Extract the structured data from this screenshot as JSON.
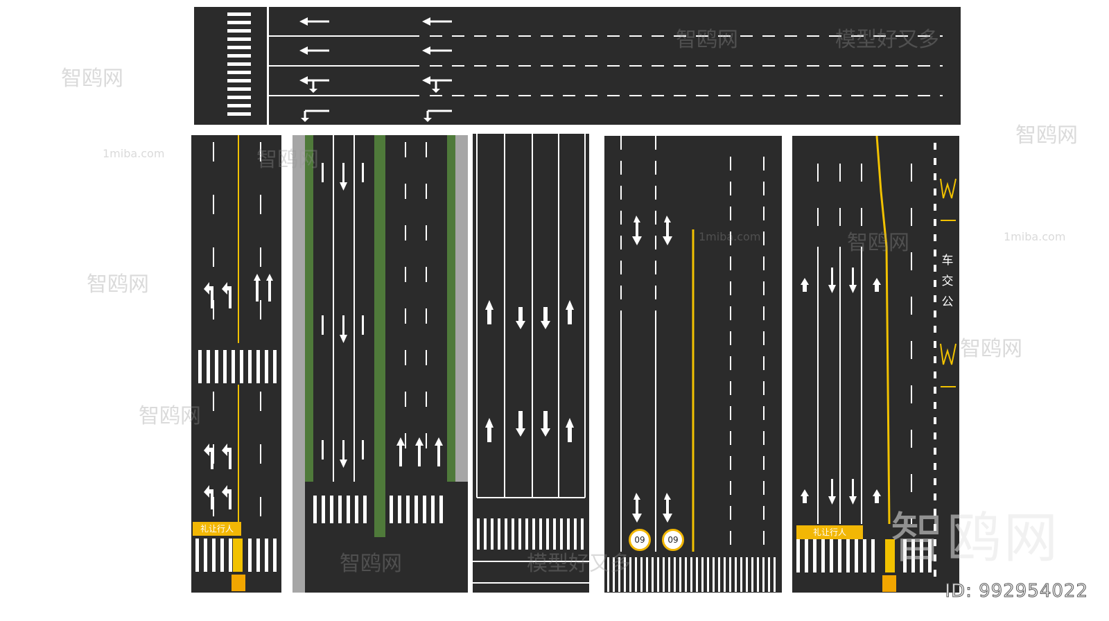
{
  "watermarks": {
    "brand": "智鸥网",
    "slogan": "模型好又多",
    "site": "1miba.com",
    "dashes": "————"
  },
  "id_label": "ID: 992954022",
  "bus_lane_text": [
    "车",
    "交",
    "公"
  ],
  "speed_limit": "09",
  "yield_text": "礼让行人",
  "colors": {
    "asphalt": "#2b2b2b",
    "marking_white": "#ffffff",
    "marking_yellow": "#f2c200",
    "median_green": "#4f7a3a",
    "curb_gray": "#a6a6a6"
  }
}
